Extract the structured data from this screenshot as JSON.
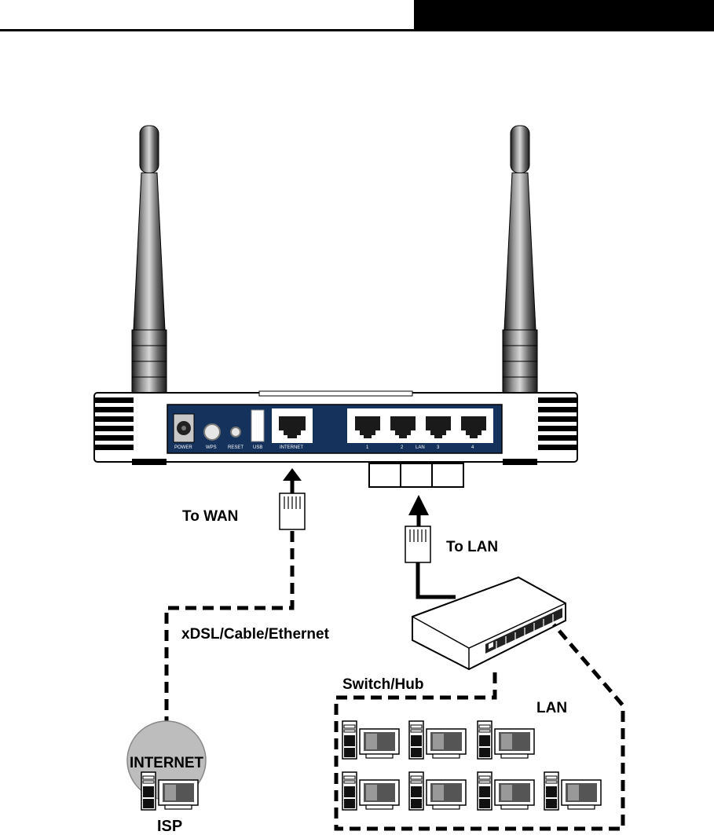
{
  "router": {
    "port_labels": {
      "power": "POWER",
      "wps": "WPS",
      "reset": "RESET",
      "usb": "USB",
      "internet": "INTERNET",
      "lan1": "1",
      "lan2": "2",
      "lan": "LAN",
      "lan3": "3",
      "lan4": "4"
    },
    "panel_color": "#15325c"
  },
  "labels": {
    "to_wan": "To WAN",
    "to_lan": "To LAN",
    "connection_type": "xDSL/Cable/Ethernet",
    "switch_hub": "Switch/Hub",
    "lan": "LAN",
    "internet": "INTERNET",
    "isp": "ISP"
  }
}
